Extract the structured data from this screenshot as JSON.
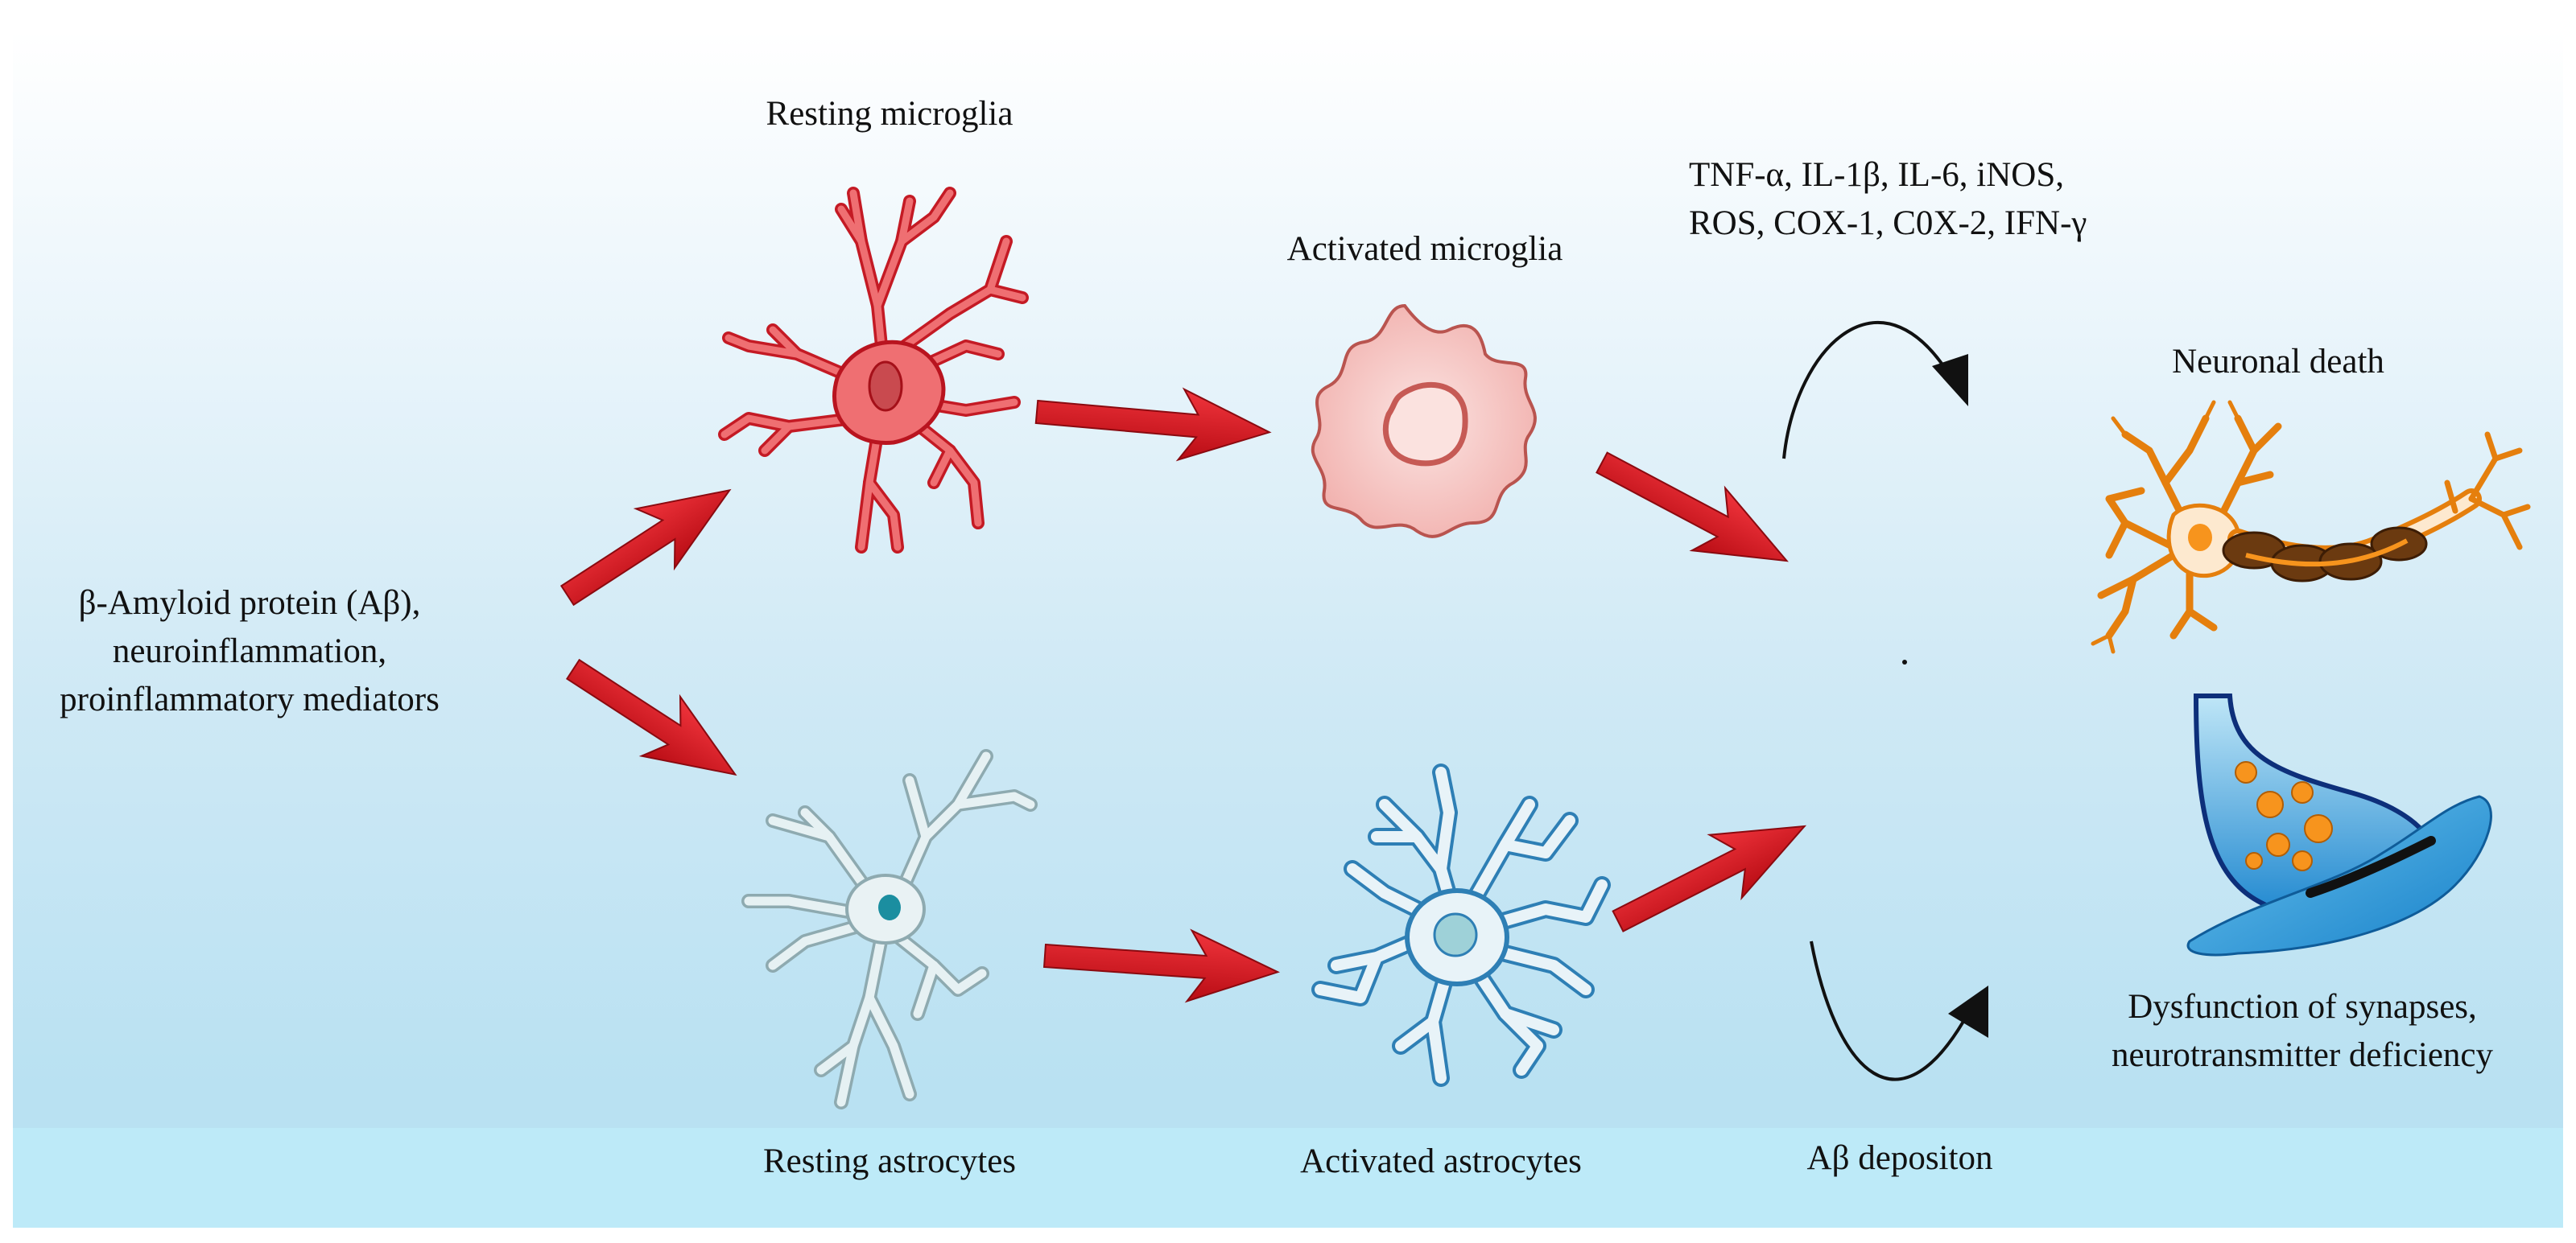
{
  "labels": {
    "trigger": [
      "β-Amyloid protein (Aβ),",
      "neuroinflammation,",
      "proinflammatory mediators"
    ],
    "resting_microglia": "Resting microglia",
    "activated_microglia": "Activated microglia",
    "resting_astrocytes": "Resting astrocytes",
    "activated_astrocytes": "Activated astrocytes",
    "mediators": [
      "TNF-α, IL-1β, IL-6, iNOS,",
      "ROS, COX-1, C0X-2, IFN-γ"
    ],
    "neuronal_death": "Neuronal death",
    "ab_deposition": "Aβ depositon",
    "synapse_dysfunction": [
      "Dysfunction of synapses,",
      "neurotransmitter deficiency"
    ]
  },
  "colors": {
    "arrow_red": "#d9141e",
    "microglia_resting": "#ef6f72",
    "microglia_activated": "#f5b8b6",
    "astrocyte_resting": "#e9f2f4",
    "astrocyte_activated": "#2e7fb5",
    "neuron_orange": "#f7941d"
  }
}
